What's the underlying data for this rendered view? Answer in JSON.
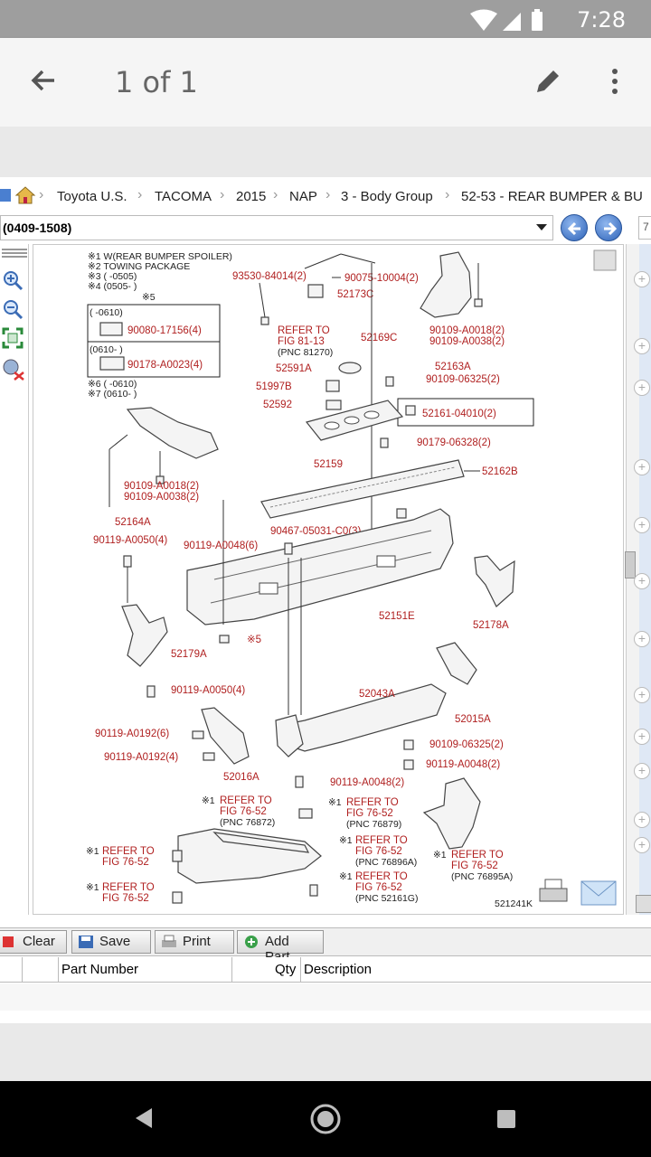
{
  "status": {
    "time": "7:28"
  },
  "appbar": {
    "title": "1 of 1",
    "back_icon": "arrow-left-icon",
    "edit_icon": "pen-icon",
    "more_icon": "more-vert-icon"
  },
  "breadcrumb": [
    "Toyota U.S.",
    "TACOMA",
    "2015",
    "NAP",
    "3 - Body Group",
    "52-53 - REAR BUMPER & BU"
  ],
  "filter": {
    "selected": "(0409-1508)",
    "page_box": "7"
  },
  "buttons": {
    "clear": "Clear",
    "save": "Save",
    "print": "Print",
    "add_part": "Add Part"
  },
  "table": {
    "headers": [
      "Part Number",
      "Qty",
      "Description"
    ]
  },
  "diagram": {
    "figure_id": "521241K",
    "notes": [
      "※1 W(REAR BUMPER SPOILER)",
      "※2 TOWING PACKAGE",
      "※3 (    -0505)",
      "※4 (0505-     )",
      "※5",
      "※6 (    -0610)",
      "※7 (0610-     )"
    ],
    "legend_rows": [
      {
        "range": "(    -0610)",
        "part": "90080-17156(4)"
      },
      {
        "range": "(0610-     )",
        "part": "90178-A0023(4)"
      }
    ],
    "parts": {
      "p93530": "93530-84014(2)",
      "p90075": "90075-10004(2)",
      "p52173C": "52173C",
      "refer81": "REFER TO",
      "refer81b": "FIG 81-13",
      "pnc81270": "(PNC 81270)",
      "p52169C": "52169C",
      "p90109a": "90109-A0018(2)",
      "p90109b": "90109-A0038(2)",
      "p52163A": "52163A",
      "p52591A": "52591A",
      "p51997B": "51997B",
      "p52592": "52592",
      "p90109c": "90109-06325(2)",
      "p52161": "52161-04010(2)",
      "p90179": "90179-06328(2)",
      "p52159": "52159",
      "p52162B": "52162B",
      "p90109d": "90109-A0018(2)",
      "p90109e": "90109-A0038(2)",
      "p52164A": "52164A",
      "p90467": "90467-05031-C0(3)",
      "p90119a": "90119-A0050(4)",
      "p90119b": "90119-A0048(6)",
      "p52151E": "52151E",
      "p52178A": "52178A",
      "p52179A": "52179A",
      "p90119c": "90119-A0050(4)",
      "p52043A": "52043A",
      "p52015A": "52015A",
      "p90119d": "90119-A0192(6)",
      "p90119e": "90119-A0192(4)",
      "p90109f": "90109-06325(2)",
      "p90119f": "90119-A0048(2)",
      "p52016A": "52016A",
      "p90119g": "90119-A0048(2)"
    },
    "refers": [
      {
        "a": "REFER TO",
        "b": "FIG 76-52",
        "c": "(PNC 76872)"
      },
      {
        "a": "REFER TO",
        "b": "FIG 76-52",
        "c": "(PNC 76879)"
      },
      {
        "a": "REFER TO",
        "b": "FIG 76-52",
        "c": "(PNC 76896A)"
      },
      {
        "a": "REFER TO",
        "b": "FIG 76-52",
        "c": "(PNC 76895A)"
      },
      {
        "a": "REFER TO",
        "b": "FIG 76-52",
        "c": "(PNC 52161G)"
      },
      {
        "a": "REFER TO",
        "b": "FIG 76-52"
      },
      {
        "a": "REFER TO",
        "b": "FIG 76-52"
      }
    ]
  }
}
